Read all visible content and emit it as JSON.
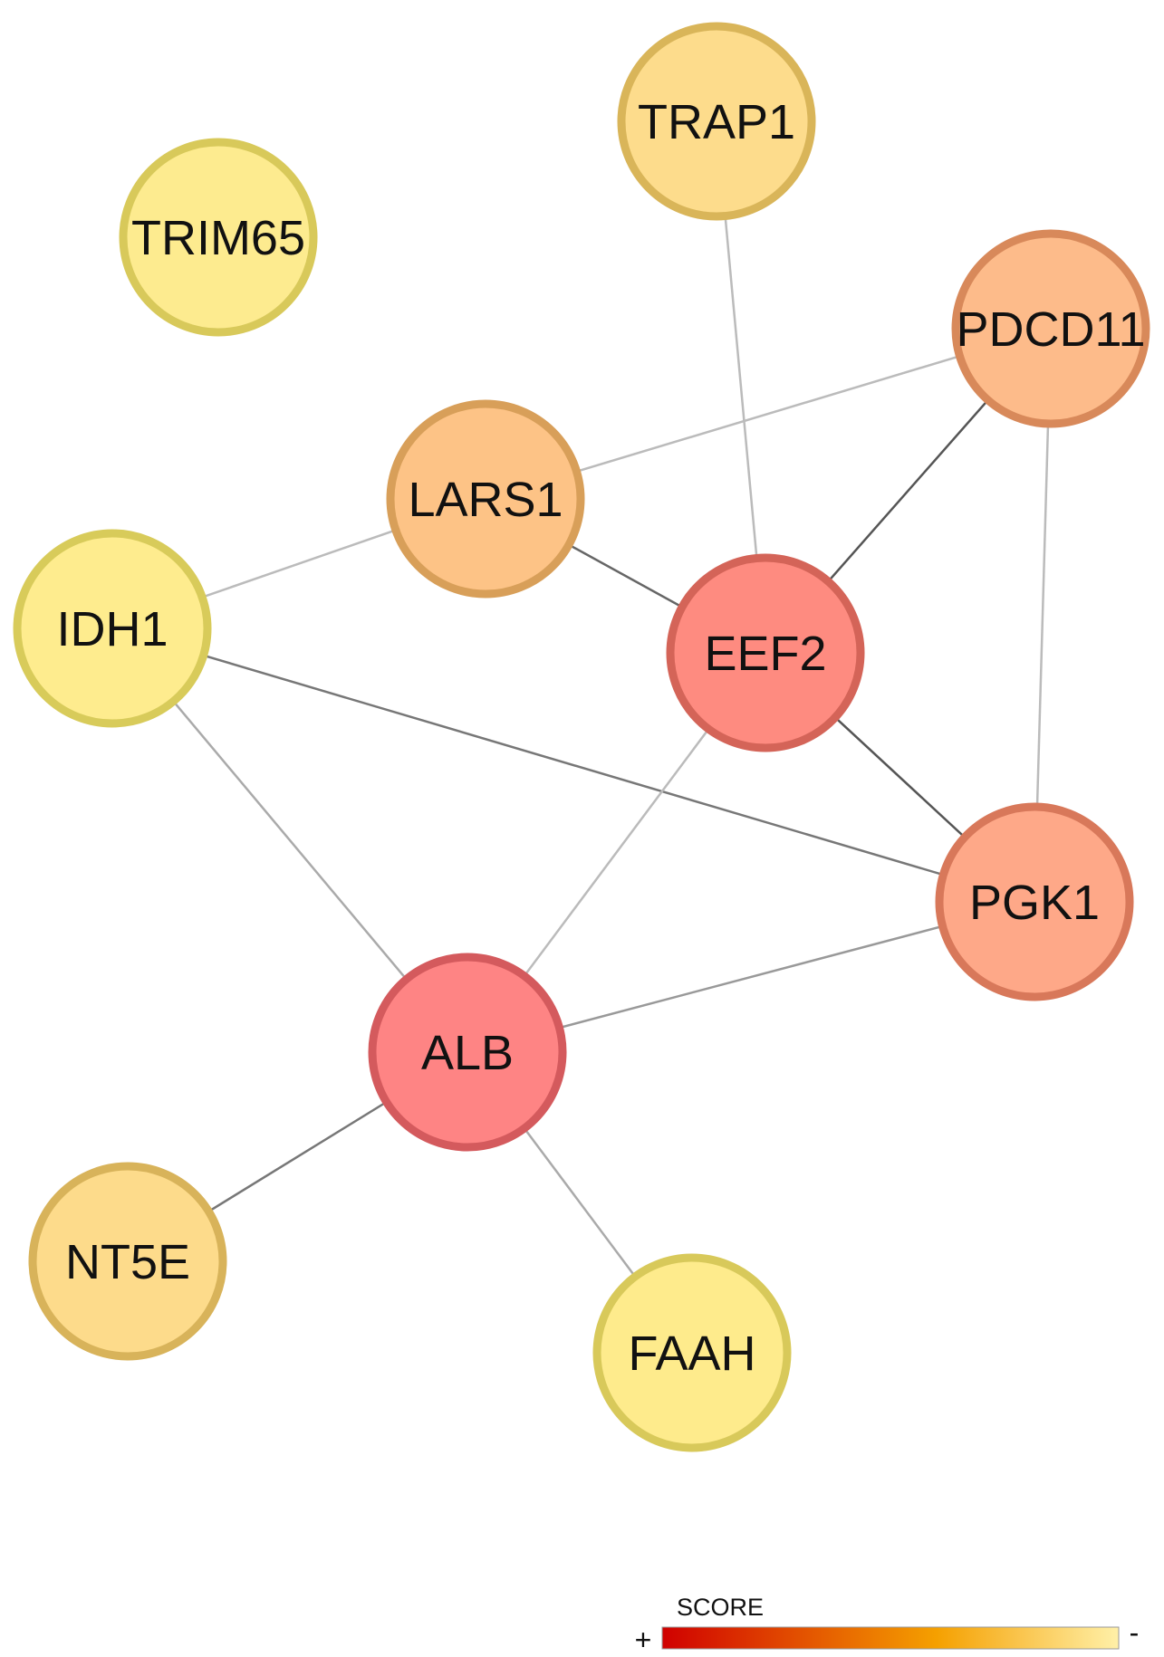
{
  "nodes": [
    {
      "id": "TRAP1",
      "label": "TRAP1",
      "fill": "#FDDC8C",
      "stroke": "#D9B559"
    },
    {
      "id": "TRIM65",
      "label": "TRIM65",
      "fill": "#FDEB8F",
      "stroke": "#D8C95A"
    },
    {
      "id": "PDCD11",
      "label": "PDCD11",
      "fill": "#FDBB8A",
      "stroke": "#D8895A"
    },
    {
      "id": "LARS1",
      "label": "LARS1",
      "fill": "#FDC386",
      "stroke": "#D89F59"
    },
    {
      "id": "IDH1",
      "label": "IDH1",
      "fill": "#FEEC8E",
      "stroke": "#D8CB5A"
    },
    {
      "id": "EEF2",
      "label": "EEF2",
      "fill": "#FE8B80",
      "stroke": "#D46458"
    },
    {
      "id": "PGK1",
      "label": "PGK1",
      "fill": "#FEA888",
      "stroke": "#D8785A"
    },
    {
      "id": "ALB",
      "label": "ALB",
      "fill": "#FE8484",
      "stroke": "#D45A5D"
    },
    {
      "id": "NT5E",
      "label": "NT5E",
      "fill": "#FDDB8B",
      "stroke": "#D8B35A"
    },
    {
      "id": "FAAH",
      "label": "FAAH",
      "fill": "#FEEB8C",
      "stroke": "#D8C95A"
    }
  ],
  "edges": [
    {
      "source": "TRAP1",
      "target": "EEF2",
      "color": "#BBBBBB"
    },
    {
      "source": "PDCD11",
      "target": "LARS1",
      "color": "#BBBBBB"
    },
    {
      "source": "PDCD11",
      "target": "EEF2",
      "color": "#555555"
    },
    {
      "source": "PDCD11",
      "target": "PGK1",
      "color": "#BBBBBB"
    },
    {
      "source": "LARS1",
      "target": "IDH1",
      "color": "#BBBBBB"
    },
    {
      "source": "LARS1",
      "target": "EEF2",
      "color": "#666666"
    },
    {
      "source": "IDH1",
      "target": "PGK1",
      "color": "#777777"
    },
    {
      "source": "IDH1",
      "target": "ALB",
      "color": "#AAAAAA"
    },
    {
      "source": "EEF2",
      "target": "PGK1",
      "color": "#555555"
    },
    {
      "source": "EEF2",
      "target": "ALB",
      "color": "#BBBBBB"
    },
    {
      "source": "PGK1",
      "target": "ALB",
      "color": "#999999"
    },
    {
      "source": "ALB",
      "target": "NT5E",
      "color": "#777777"
    },
    {
      "source": "ALB",
      "target": "FAAH",
      "color": "#AAAAAA"
    }
  ],
  "legend": {
    "title": "SCORE",
    "plus": "+",
    "minus": "-",
    "gradient_start": "#D00000",
    "gradient_mid": "#F5A000",
    "gradient_end": "#FFF0A8"
  }
}
